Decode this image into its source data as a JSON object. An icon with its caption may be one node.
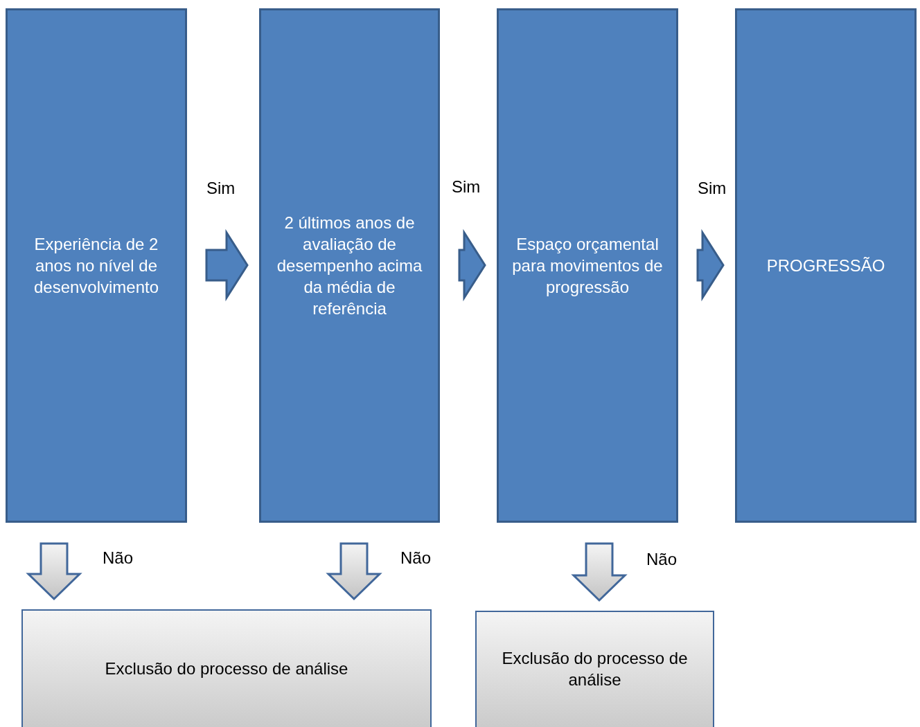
{
  "diagram": {
    "nodes": [
      {
        "text": [
          "Experiência de 2 anos no nível de desenvolvimento"
        ]
      },
      {
        "text": [
          "2 últimos anos de avaliação de desempenho acima da média de referência"
        ]
      },
      {
        "text": [
          "Espaço orçamental para movimentos de progressão"
        ]
      },
      {
        "text": [
          "PROGRESSÃO"
        ]
      },
      {
        "text": [
          "Exclusão do processo de análise"
        ]
      },
      {
        "text": [
          "Exclusão do processo de análise"
        ]
      }
    ],
    "edges": [
      {
        "from": 0,
        "to": 1,
        "arrow": "to",
        "label": "Sim"
      },
      {
        "from": 1,
        "to": 2,
        "arrow": "to",
        "label": "Sim"
      },
      {
        "from": 2,
        "to": 3,
        "arrow": "to",
        "label": "Sim"
      },
      {
        "from": 0,
        "to": 4,
        "arrow": "to",
        "label": "Não"
      },
      {
        "from": 1,
        "to": 4,
        "arrow": "to",
        "label": "Não"
      },
      {
        "from": 2,
        "to": 5,
        "arrow": "to",
        "label": "Não"
      }
    ]
  }
}
